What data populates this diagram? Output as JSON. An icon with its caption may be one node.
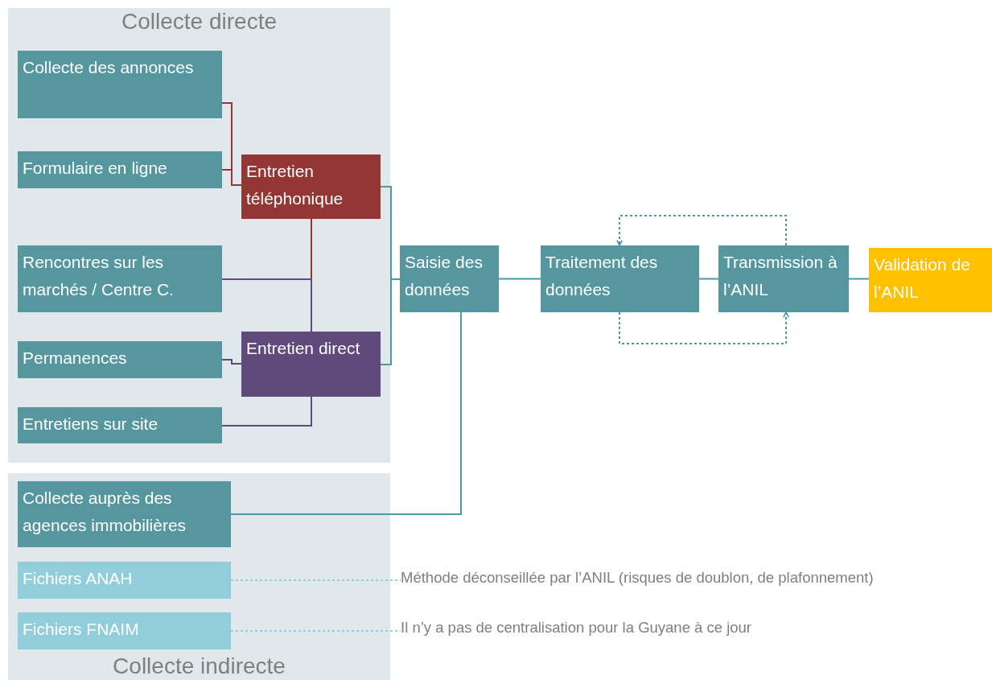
{
  "diagram": {
    "nodes": [
      {
        "text": [
          "Collecte directe"
        ]
      },
      {
        "text": [
          "Collecte des annonces"
        ],
        "in": 0
      },
      {
        "text": [
          "Formulaire en ligne"
        ],
        "in": 0
      },
      {
        "text": [
          "Entretien téléphonique"
        ],
        "in": 0
      },
      {
        "text": [
          "Rencontres sur les marchés / Centre C."
        ],
        "in": 0
      },
      {
        "text": [
          "Permanences"
        ],
        "in": 0
      },
      {
        "text": [
          "Entretien direct"
        ],
        "in": 0
      },
      {
        "text": [
          "Entretiens sur site"
        ],
        "in": 0
      },
      {
        "text": [
          "Collecte indirecte"
        ]
      },
      {
        "text": [
          "Collecte auprès des agences immobilières"
        ],
        "in": 8
      },
      {
        "text": [
          "Fichiers ANAH"
        ],
        "in": 8
      },
      {
        "text": [
          "Fichiers FNAIM"
        ],
        "in": 8
      },
      {
        "text": [
          "Saisie des données"
        ]
      },
      {
        "text": [
          "Traitement des données"
        ]
      },
      {
        "text": [
          "Transmission à l’ANIL"
        ]
      },
      {
        "text": [
          "Validation de l’ANIL"
        ]
      },
      {
        "text": [
          "Méthode déconseillée par l’ANIL (risques de doublon, de plafonnement)"
        ]
      },
      {
        "text": [
          "Il n’y a pas de centralisation pour la Guyane à ce jour"
        ]
      }
    ],
    "edges": [
      {
        "from": 1,
        "to": 3,
        "arrow": "none",
        "color": "#943634"
      },
      {
        "from": 2,
        "to": 3,
        "arrow": "none",
        "color": "#943634"
      },
      {
        "from": 4,
        "to": 3,
        "arrow": "none",
        "color": "#943634"
      },
      {
        "from": 4,
        "to": 6,
        "arrow": "none",
        "color": "#604a7b"
      },
      {
        "from": 5,
        "to": 6,
        "arrow": "none",
        "color": "#604a7b"
      },
      {
        "from": 7,
        "to": 6,
        "arrow": "none",
        "color": "#604a7b"
      },
      {
        "from": 3,
        "to": 12,
        "arrow": "none"
      },
      {
        "from": 6,
        "to": 12,
        "arrow": "none"
      },
      {
        "from": 9,
        "to": 12,
        "arrow": "none"
      },
      {
        "from": 12,
        "to": 13,
        "arrow": "none"
      },
      {
        "from": 13,
        "to": 14,
        "arrow": "none"
      },
      {
        "from": 14,
        "to": 15,
        "arrow": "none"
      },
      {
        "from": 14,
        "to": 13,
        "arrow": "to",
        "style": "dashed"
      },
      {
        "from": 13,
        "to": 14,
        "arrow": "to",
        "style": "dashed"
      },
      {
        "from": 10,
        "to": 16,
        "arrow": "none",
        "style": "dashed",
        "color": "#92cddc"
      },
      {
        "from": 11,
        "to": 17,
        "arrow": "none",
        "style": "dashed",
        "color": "#92cddc"
      }
    ]
  }
}
